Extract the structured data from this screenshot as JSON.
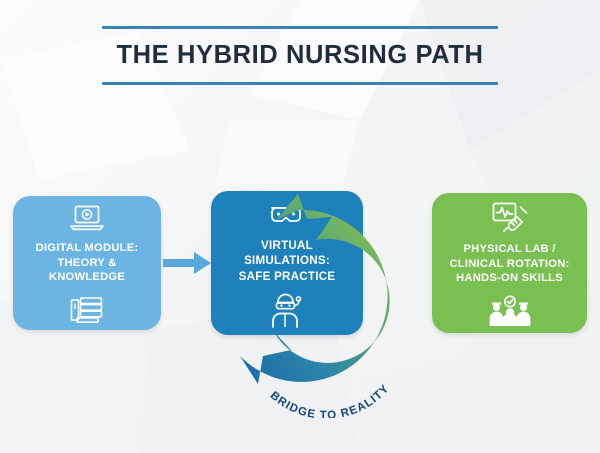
{
  "header": {
    "title": "THE HYBRID NURSING PATH",
    "rule_color": "#3a82b4",
    "title_color": "#1f2d3d"
  },
  "background": {
    "base_color": "#f4f5f6"
  },
  "flow": {
    "cards": [
      {
        "id": "digital-module",
        "label": "DIGITAL MODULE: THEORY & KNOWLEDGE",
        "label_lines": [
          "DIGITAL MODULE:",
          "THEORY &",
          "KNOWLEDGE"
        ],
        "color": "#6cb5e2",
        "top_icon": "laptop-video-icon",
        "bottom_icon": "stacked-books-icon"
      },
      {
        "id": "virtual-simulations",
        "label": "VIRTUAL SIMULATIONS: SAFE PRACTICE",
        "label_lines": [
          "VIRTUAL",
          "SIMULATIONS:",
          "SAFE PRACTICE"
        ],
        "color": "#1e81bc",
        "top_icon": "vr-headset-icon",
        "bottom_icon": "person-vr-headset-icon"
      },
      {
        "id": "physical-lab",
        "label": "PHYSICAL LAB / CLINICAL ROTATION: HANDS-ON SKILLS",
        "label_lines": [
          "PHYSICAL LAB /",
          "CLINICAL ROTATION:",
          "HANDS-ON SKILLS"
        ],
        "color": "#79bf52",
        "top_icon": "ecg-syringe-icon",
        "bottom_icon": "medical-team-check-icon"
      }
    ],
    "connectors": [
      {
        "id": "digital-to-virtual",
        "color": "#57a9dd",
        "direction": "right"
      }
    ],
    "bridge": {
      "caption": "BRIDGE TO REALITY",
      "caption_color": "#13477e",
      "gradient_start": "#1c72ab",
      "gradient_mid": "#4a9e86",
      "gradient_end": "#86c24a",
      "double_headed": true
    }
  }
}
